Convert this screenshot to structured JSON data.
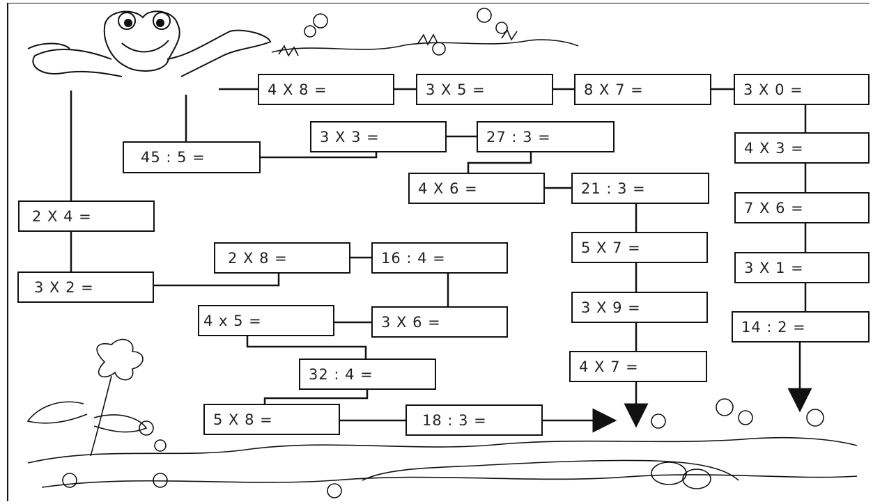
{
  "worksheet": {
    "problems": [
      {
        "id": "p1",
        "text": "4 X 8 ="
      },
      {
        "id": "p2",
        "text": "3 X 5 ="
      },
      {
        "id": "p3",
        "text": "8 X 7 ="
      },
      {
        "id": "p4",
        "text": "3 X 0 ="
      },
      {
        "id": "p5",
        "text": "3 X 3 ="
      },
      {
        "id": "p6",
        "text": "27 : 3 ="
      },
      {
        "id": "p7",
        "text": "45 : 5 ="
      },
      {
        "id": "p8",
        "text": "4 X 3 ="
      },
      {
        "id": "p9",
        "text": "4 X 6 ="
      },
      {
        "id": "p10",
        "text": "21 : 3 ="
      },
      {
        "id": "p11",
        "text": "2 X 4 ="
      },
      {
        "id": "p12",
        "text": "7 X 6 ="
      },
      {
        "id": "p13",
        "text": "2 X 8 ="
      },
      {
        "id": "p14",
        "text": "16 : 4 ="
      },
      {
        "id": "p15",
        "text": "5 X 7 ="
      },
      {
        "id": "p16",
        "text": "3 X 2 ="
      },
      {
        "id": "p17",
        "text": "3 X 1 ="
      },
      {
        "id": "p18",
        "text": "4 x 5 ="
      },
      {
        "id": "p19",
        "text": "3 X 6 ="
      },
      {
        "id": "p20",
        "text": "3 X 9 ="
      },
      {
        "id": "p21",
        "text": "14 : 2 ="
      },
      {
        "id": "p22",
        "text": "32 : 4 ="
      },
      {
        "id": "p23",
        "text": "4 X 7 ="
      },
      {
        "id": "p24",
        "text": "5 X 8 ="
      },
      {
        "id": "p25",
        "text": "18 : 3 ="
      }
    ]
  }
}
